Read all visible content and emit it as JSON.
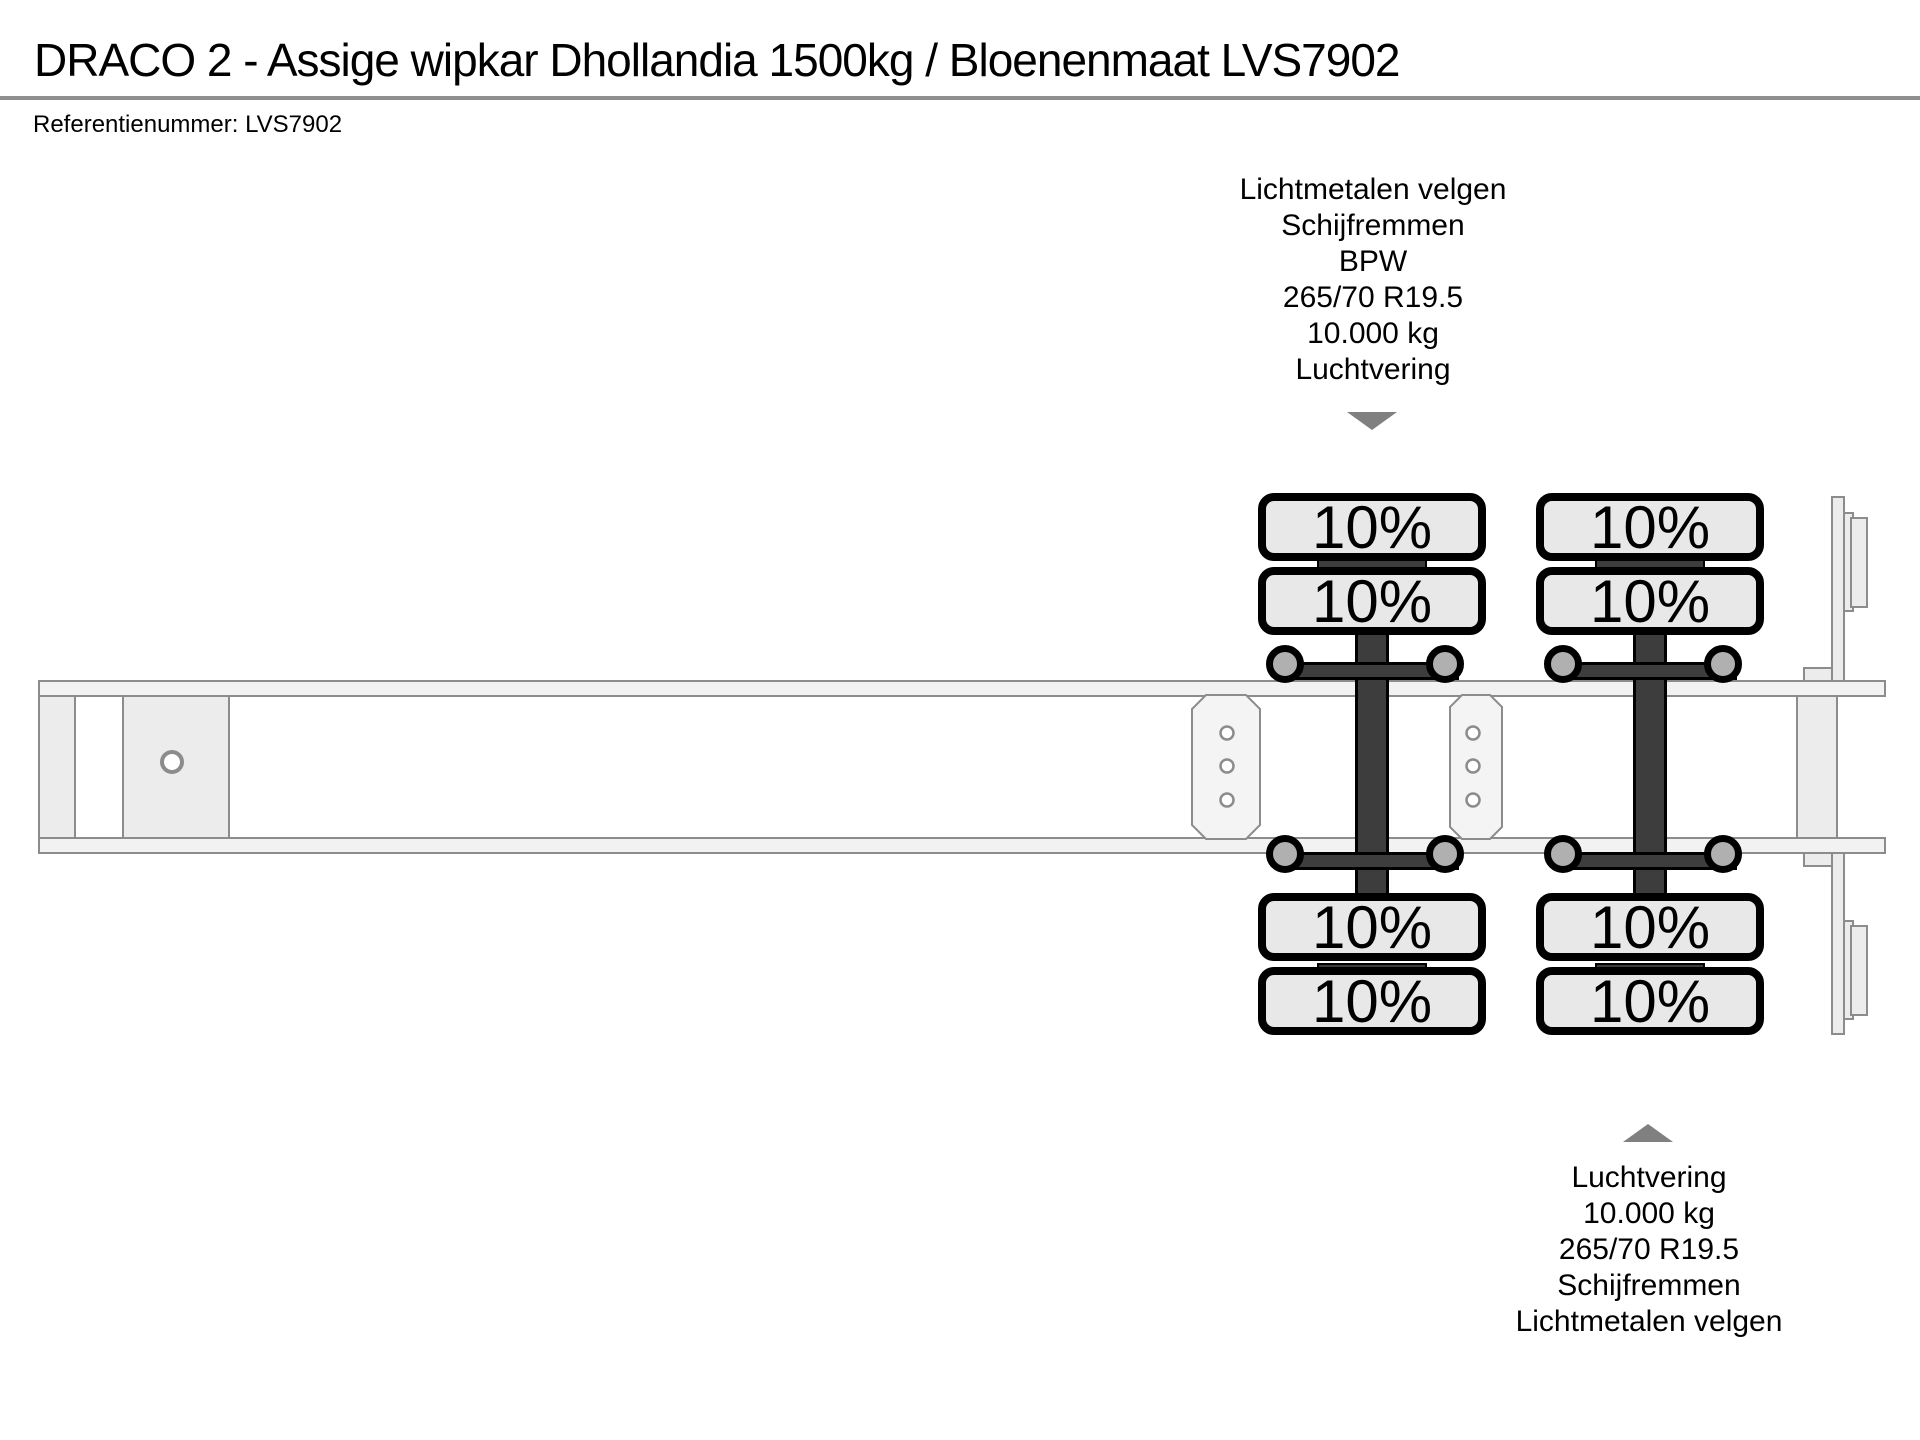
{
  "header": {
    "title": "DRACO 2 - Assige wipkar Dhollandia 1500kg / Bloenenmaat LVS7902",
    "reference": "Referentienummer: LVS7902"
  },
  "annotations": {
    "front_axle": {
      "pointer": "down",
      "lines": [
        "Lichtmetalen velgen",
        "Schijfremmen",
        "BPW",
        "265/70 R19.5",
        "10.000 kg",
        "Luchtvering"
      ]
    },
    "rear_axle": {
      "pointer": "up",
      "lines": [
        "Luchtvering",
        "10.000 kg",
        "265/70 R19.5",
        "Schijfremmen",
        "Lichtmetalen velgen"
      ]
    }
  },
  "diagram": {
    "axles": [
      {
        "name": "front",
        "tires": [
          "10%",
          "10%",
          "10%",
          "10%"
        ]
      },
      {
        "name": "rear",
        "tires": [
          "10%",
          "10%",
          "10%",
          "10%"
        ]
      }
    ],
    "colors": {
      "tire_fill": "#e8e8e8",
      "axle_dark": "#3d3d3d",
      "bellow_fill": "#b0b0b0",
      "chassis_fill": "#f2f2f2",
      "chassis_line": "#8c8c8c",
      "pointer_gray": "#808080"
    }
  }
}
